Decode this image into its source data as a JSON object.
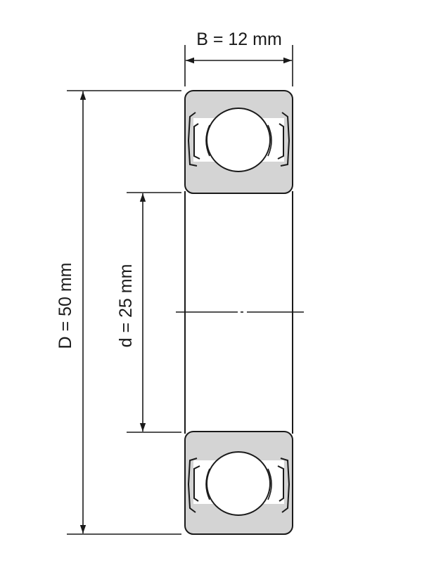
{
  "dimensions": {
    "width_label": "B = 12 mm",
    "outer_diameter_label": "D = 50 mm",
    "inner_diameter_label": "d = 25 mm"
  },
  "colors": {
    "line": "#1a1a1a",
    "ring_fill": "#d4d4d4",
    "ball_fill": "#ffffff"
  }
}
